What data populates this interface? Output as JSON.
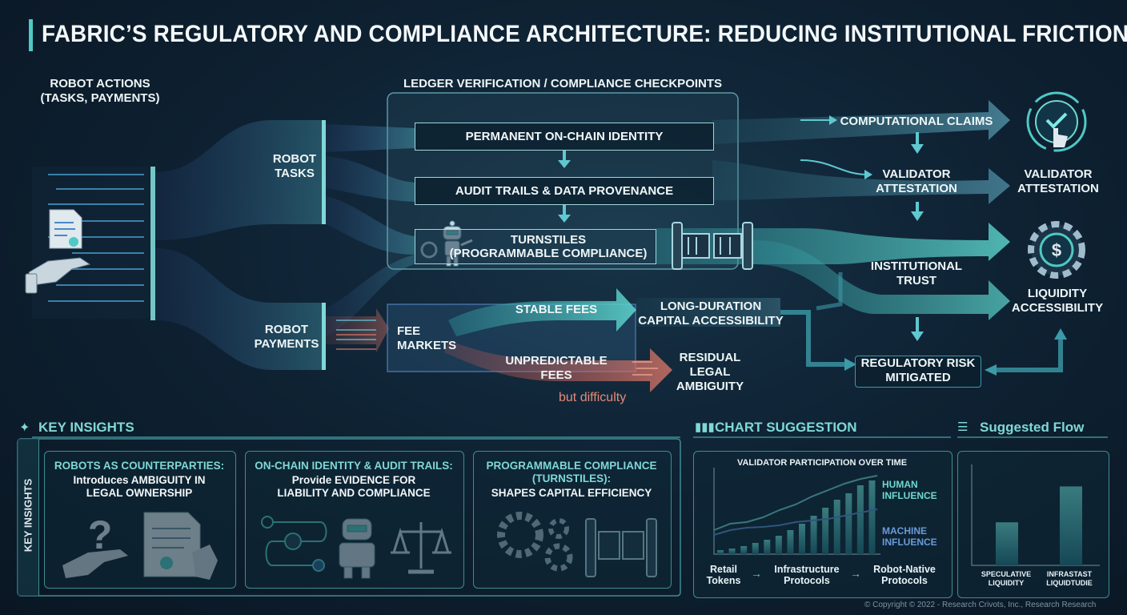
{
  "title": "FABRIC’S REGULATORY AND COMPLIANCE ARCHITECTURE: REDUCING INSTITUTIONAL FRICTION",
  "diagram": {
    "robot_actions": "ROBOT ACTIONS\n(TASKS, PAYMENTS)",
    "ledger_header": "LEDGER VERIFICATION / COMPLIANCE CHECKPOINTS",
    "robot_tasks": "ROBOT\nTASKS",
    "robot_payments": "ROBOT\nPAYMENTS",
    "permanent_identity": "PERMANENT ON-CHAIN IDENTITY",
    "audit_trails": "AUDIT TRAILS & DATA PROVENANCE",
    "turnstiles": "TURNSTILES\n(PROGRAMMABLE COMPLIANCE)",
    "computational_claims": "COMPUTATIONAL CLAIMS",
    "validator_attestation_mid": "VALIDATOR\nATTESTATION",
    "validator_attestation_right": "VALIDATOR\nATTESTATION",
    "institutional_trust": "INSTITUTIONAL\nTRUST",
    "liquidity_accessibility": "LIQUIDITY\nACCESSIBILITY",
    "fee_markets": "FEE\nMARKETS",
    "stable_fees": "STABLE FEES",
    "long_duration": "LONG-DURATION\nCAPITAL ACCESSIBILITY",
    "unpredictable_fees": "UNPREDICTABLE\nFEES",
    "but_difficulty": "but difficulty",
    "residual_legal": "RESIDUAL\nLEGAL\nAMBIGUITY",
    "regulatory_risk": "REGULATORY RISK\nMITIGATED"
  },
  "insights": {
    "header": "KEY INSIGHTS",
    "side_label": "KEY INSIGHTS",
    "cards": [
      {
        "title": "ROBOTS AS COUNTERPARTIES:",
        "body": "Introduces AMBIGUITY IN\nLEGAL OWNERSHIP"
      },
      {
        "title": "ON-CHAIN IDENTITY & AUDIT TRAILS:",
        "body": "Provide EVIDENCE FOR\nLIABILITY AND COMPLIANCE"
      },
      {
        "title": "PROGRAMMABLE COMPLIANCE\n(TURNSTILES):",
        "body": "SHAPES CAPITAL EFFICIENCY"
      }
    ]
  },
  "chart_suggestion": {
    "header": "CHART SUGGESTION",
    "title": "VALIDATOR PARTICIPATION OVER TIME",
    "human_label": "HUMAN\nINFLUENCE",
    "machine_label": "MACHINE\nINFLUENCE",
    "stages": [
      "Retail\nTokens",
      "Infrastructure\nProtocols",
      "Robot-Native\nProtocols"
    ]
  },
  "suggested_flow": {
    "header": "Suggested Flow"
  },
  "chart_data": [
    {
      "type": "bar",
      "title": "VALIDATOR PARTICIPATION OVER TIME",
      "series": [
        {
          "name": "HUMAN INFLUENCE",
          "type": "line",
          "values": [
            0.3,
            0.38,
            0.4,
            0.46,
            0.55,
            0.62,
            0.72,
            0.8,
            0.88,
            0.94,
            0.98
          ]
        },
        {
          "name": "MACHINE INFLUENCE",
          "type": "line",
          "values": [
            0.24,
            0.3,
            0.33,
            0.34,
            0.36,
            0.4,
            0.42,
            0.44,
            0.48,
            0.52,
            0.56
          ]
        },
        {
          "values": [
            0.05,
            0.07,
            0.1,
            0.14,
            0.18,
            0.23,
            0.3,
            0.38,
            0.48,
            0.58,
            0.68,
            0.76,
            0.86,
            0.92
          ]
        }
      ],
      "xlabel": "",
      "ylabel": ""
    },
    {
      "type": "bar",
      "categories": [
        "SPECULATIVE\nLIQUIDITY",
        "INFRASTAST\nLIQUIDTUDIE"
      ],
      "values": [
        0.48,
        0.88
      ],
      "xlabel": "",
      "ylabel": ""
    }
  ],
  "copyright": "© Copyright © 2022 - Research Crivots, Inc., Research Research",
  "colors": {
    "accent": "#4fc9c4",
    "warn": "#e0776a",
    "panel_border": "#3e8c93"
  },
  "icons": [
    "document-icon",
    "robot-hand-icon",
    "robot-icon",
    "gear-icon",
    "turnstile-icon",
    "checkmark-touch-icon",
    "dollar-gear-icon",
    "question-icon",
    "contract-icon",
    "scales-icon",
    "flow-icon"
  ]
}
